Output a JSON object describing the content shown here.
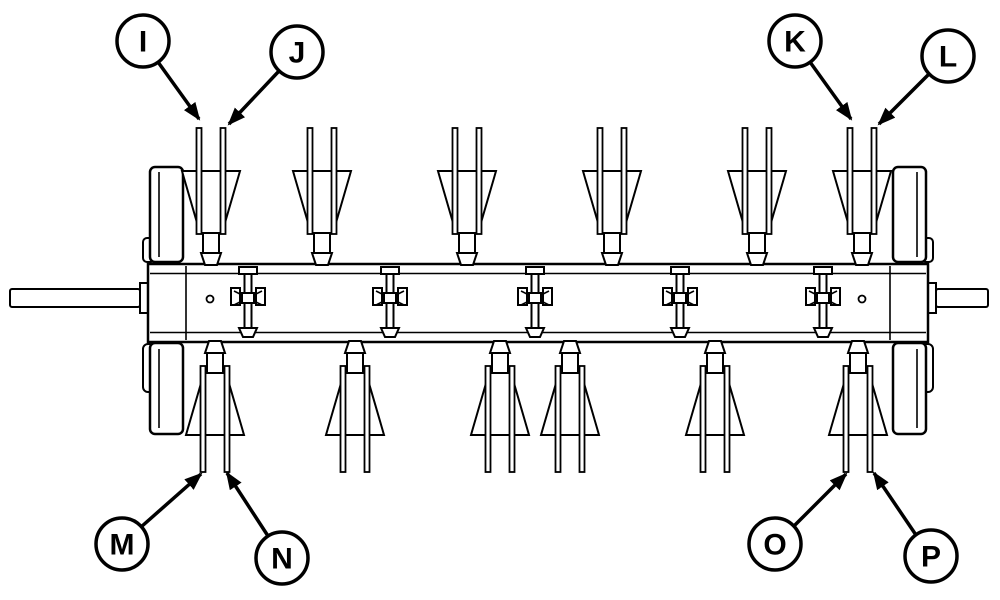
{
  "colors": {
    "line": "#000000",
    "background": "#ffffff"
  },
  "callouts": [
    {
      "id": "callout-i",
      "label": "I"
    },
    {
      "id": "callout-j",
      "label": "J"
    },
    {
      "id": "callout-k",
      "label": "K"
    },
    {
      "id": "callout-l",
      "label": "L"
    },
    {
      "id": "callout-m",
      "label": "M"
    },
    {
      "id": "callout-n",
      "label": "N"
    },
    {
      "id": "callout-o",
      "label": "O"
    },
    {
      "id": "callout-p",
      "label": "P"
    }
  ]
}
